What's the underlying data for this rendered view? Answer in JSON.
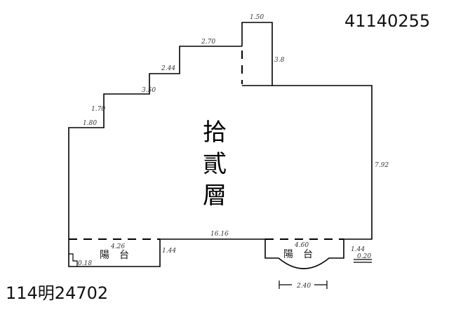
{
  "document_number": "41140255",
  "reference_number": "114明24702",
  "floor_label": [
    "拾",
    "貳",
    "層"
  ],
  "balcony_label": "陽　台",
  "dimensions": {
    "top_box": "1.50",
    "top_box_right": "3.8",
    "top_run": "2.70",
    "step_1": "2.44",
    "step_2": "3.50",
    "step_3": "1.70",
    "step_4": "1.80",
    "right_side": "7.92",
    "bottom_span": "16.16",
    "left_balcony": "4.26",
    "left_balcony_depth": "1.44",
    "left_small": "0.18",
    "right_balcony": "4.60",
    "right_balcony_depth": "1.44",
    "right_small": "0.20",
    "arc_width": "2.40"
  }
}
